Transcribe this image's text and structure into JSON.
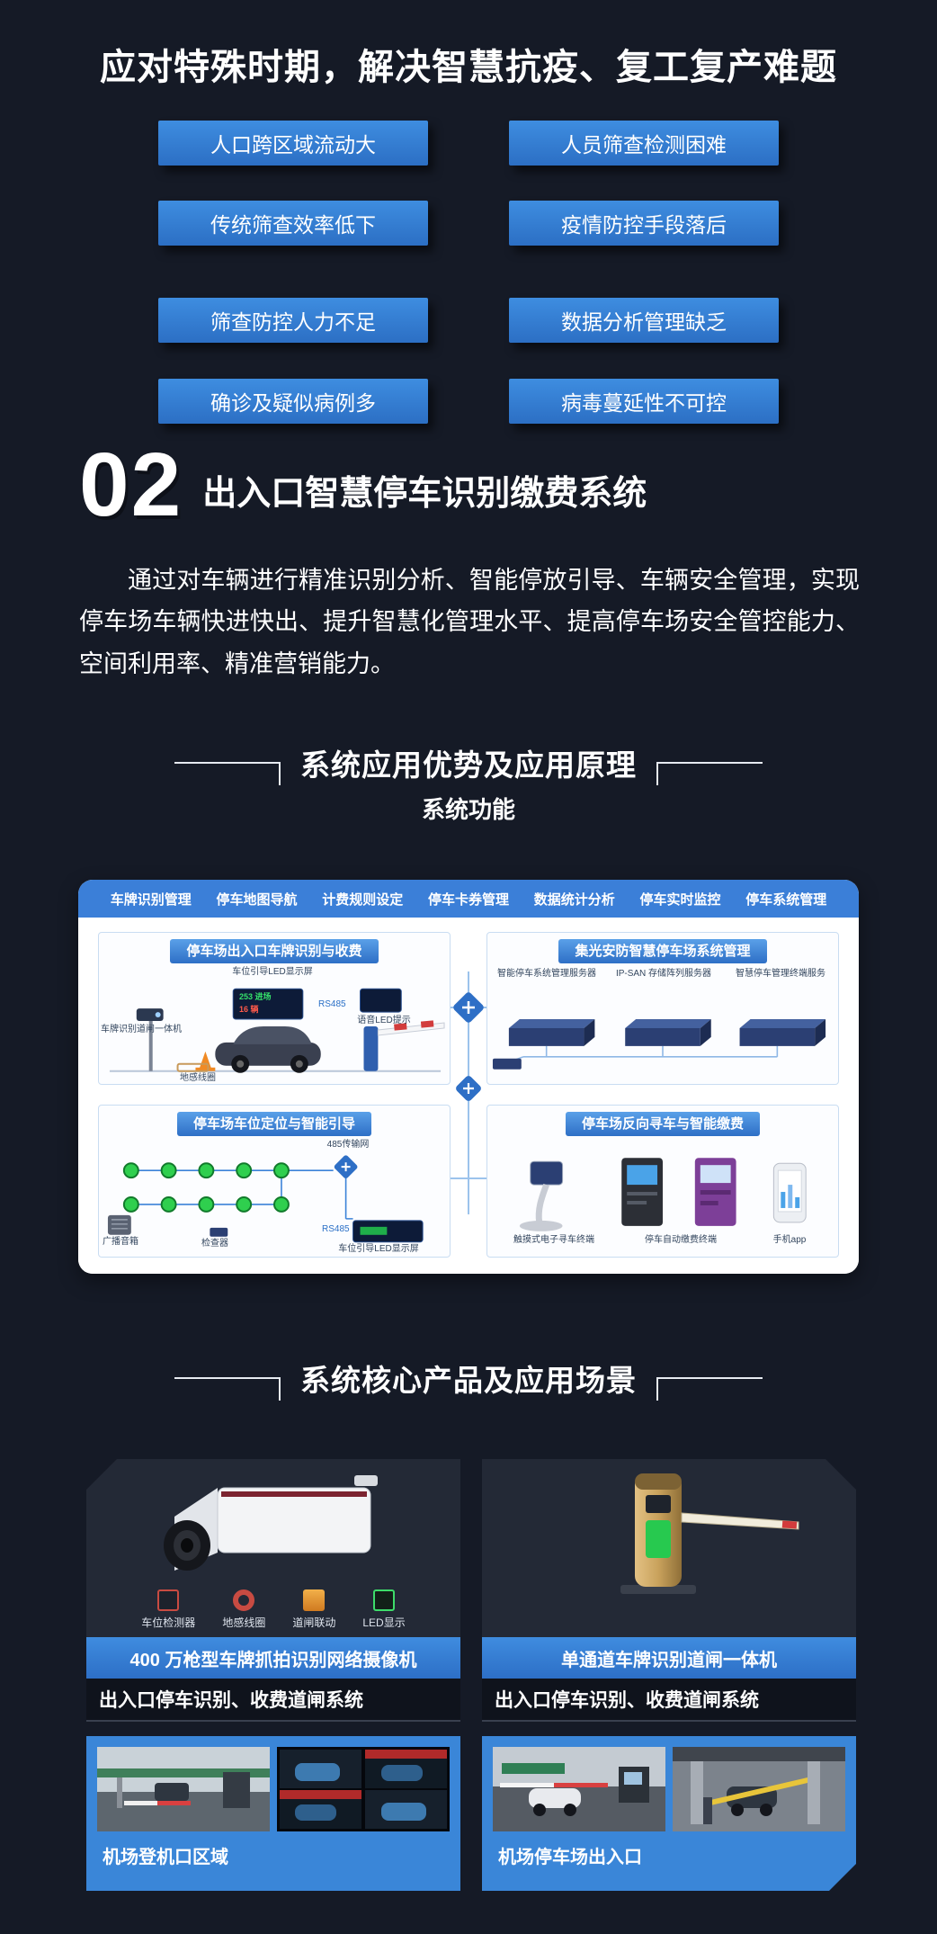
{
  "theme": {
    "bg": "#151A26",
    "accent": "#2F7FD3",
    "tabbar_blue": "#3B7FD8",
    "card_dark": "#232936",
    "banner_dark": "#0F131C"
  },
  "hero": {
    "title": "应对特殊时期，解决智慧抗疫、复工复产难题"
  },
  "problems": {
    "items": [
      "人口跨区域流动大",
      "人员筛查检测困难",
      "传统筛查效率低下",
      "疫情防控手段落后",
      "筛查防控人力不足",
      "数据分析管理缺乏",
      "确诊及疑似病例多",
      "病毒蔓延性不可控"
    ]
  },
  "section02": {
    "number": "02",
    "title": "出入口智慧停车识别缴费系统",
    "paragraph": "通过对车辆进行精准识别分析、智能停放引导、车辆安全管理，实现停车场车辆快进快出、提升智慧化管理水平、提高停车场安全管控能力、空间利用率、精准营销能力。"
  },
  "advantages": {
    "title": "系统应用优势及应用原理",
    "subtitle": "系统功能"
  },
  "platform": {
    "tabs": [
      "车牌识别管理",
      "停车地图导航",
      "计费规则设定",
      "停车卡券管理",
      "数据统计分析",
      "停车实时监控",
      "停车系统管理"
    ],
    "entrance": {
      "title": "停车场出入口车牌识别与收费",
      "led_label": "车位引导LED显示屏",
      "led_value_green": "253 进场",
      "led_value_red": "16 辆",
      "voice_label": "语音LED提示",
      "bus_label": "RS485",
      "camera_label": "车牌识别道闸一体机",
      "loop_label": "地感线圈"
    },
    "management": {
      "title": "集光安防智慧停车场系统管理",
      "server1": "智能停车系统管理服务器",
      "server2": "IP-SAN 存储阵列服务器",
      "server3": "智慧停车管理终端服务"
    },
    "guidance": {
      "title": "停车场车位定位与智能引导",
      "net_label": "485传输网",
      "speaker_label": "广播音箱",
      "detector_label": "检查器",
      "bus_label": "RS485",
      "led_label": "车位引导LED显示屏"
    },
    "payment": {
      "title": "停车场反向寻车与智能缴费",
      "kiosk1": "触摸式电子寻车终端",
      "kiosk2": "停车自动缴费终端",
      "phone": "手机app"
    }
  },
  "products": {
    "header": "系统核心产品及应用场景",
    "left": {
      "name": "400 万枪型车牌抓拍识别网络摄像机",
      "system": "出入口停车识别、收费道闸系统",
      "scene": "机场登机口区域",
      "features": [
        "车位检测器",
        "地感线圈",
        "道闸联动",
        "LED显示"
      ]
    },
    "right": {
      "name": "单通道车牌识别道闸一体机",
      "system": "出入口停车识别、收费道闸系统",
      "scene": "机场停车场出入口"
    }
  }
}
